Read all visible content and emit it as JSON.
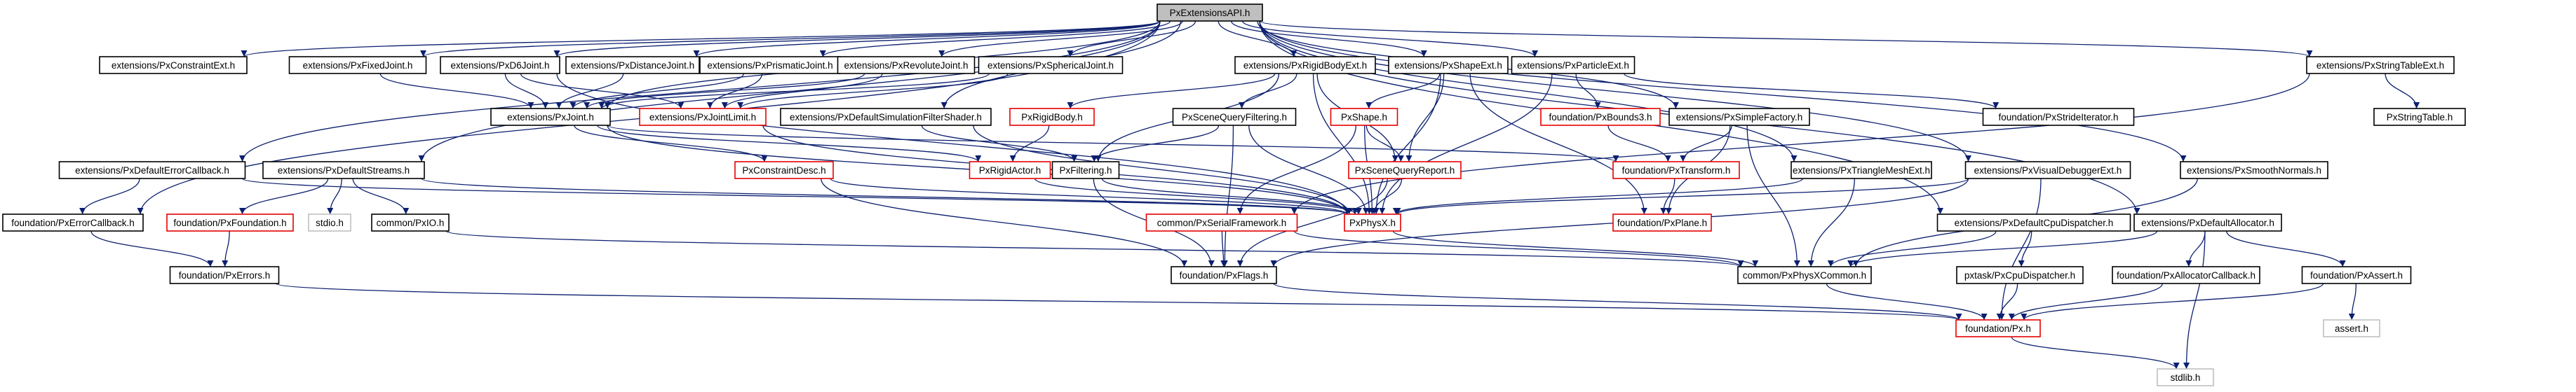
{
  "diagram": {
    "nodes": [
      {
        "id": "root",
        "label": "PxExtensionsAPI.h",
        "style": "root"
      },
      {
        "id": "constraintExt",
        "label": "extensions/PxConstraintExt.h",
        "style": "black"
      },
      {
        "id": "fixedJoint",
        "label": "extensions/PxFixedJoint.h",
        "style": "black"
      },
      {
        "id": "d6Joint",
        "label": "extensions/PxD6Joint.h",
        "style": "black"
      },
      {
        "id": "distanceJoint",
        "label": "extensions/PxDistanceJoint.h",
        "style": "black"
      },
      {
        "id": "prismaticJoint",
        "label": "extensions/PxPrismaticJoint.h",
        "style": "black"
      },
      {
        "id": "revoluteJoint",
        "label": "extensions/PxRevoluteJoint.h",
        "style": "black"
      },
      {
        "id": "sphericalJoint",
        "label": "extensions/PxSphericalJoint.h",
        "style": "black"
      },
      {
        "id": "rigidBodyExt",
        "label": "extensions/PxRigidBodyExt.h",
        "style": "black"
      },
      {
        "id": "shapeExt",
        "label": "extensions/PxShapeExt.h",
        "style": "black"
      },
      {
        "id": "particleExt",
        "label": "extensions/PxParticleExt.h",
        "style": "black"
      },
      {
        "id": "stringTableExt",
        "label": "extensions/PxStringTableExt.h",
        "style": "black"
      },
      {
        "id": "joint",
        "label": "extensions/PxJoint.h",
        "style": "black"
      },
      {
        "id": "jointLimit",
        "label": "extensions/PxJointLimit.h",
        "style": "red"
      },
      {
        "id": "defSimFilter",
        "label": "extensions/PxDefaultSimulationFilterShader.h",
        "style": "black"
      },
      {
        "id": "rigidBody",
        "label": "PxRigidBody.h",
        "style": "red"
      },
      {
        "id": "sceneQueryFiltering",
        "label": "PxSceneQueryFiltering.h",
        "style": "black"
      },
      {
        "id": "shape",
        "label": "PxShape.h",
        "style": "red"
      },
      {
        "id": "bounds3",
        "label": "foundation/PxBounds3.h",
        "style": "red"
      },
      {
        "id": "simpleFactory",
        "label": "extensions/PxSimpleFactory.h",
        "style": "black"
      },
      {
        "id": "strideIterator",
        "label": "foundation/PxStrideIterator.h",
        "style": "black"
      },
      {
        "id": "stringTable",
        "label": "PxStringTable.h",
        "style": "black"
      },
      {
        "id": "defaultErrorCallback",
        "label": "extensions/PxDefaultErrorCallback.h",
        "style": "black"
      },
      {
        "id": "defaultStreams",
        "label": "extensions/PxDefaultStreams.h",
        "style": "black"
      },
      {
        "id": "constraintDesc",
        "label": "PxConstraintDesc.h",
        "style": "red"
      },
      {
        "id": "rigidActor",
        "label": "PxRigidActor.h",
        "style": "red"
      },
      {
        "id": "filtering",
        "label": "PxFiltering.h",
        "style": "black"
      },
      {
        "id": "sceneQueryReport",
        "label": "PxSceneQueryReport.h",
        "style": "red"
      },
      {
        "id": "transform",
        "label": "foundation/PxTransform.h",
        "style": "red"
      },
      {
        "id": "triangleMeshExt",
        "label": "extensions/PxTriangleMeshExt.h",
        "style": "black"
      },
      {
        "id": "visualDebuggerExt",
        "label": "extensions/PxVisualDebuggerExt.h",
        "style": "black"
      },
      {
        "id": "smoothNormals",
        "label": "extensions/PxSmoothNormals.h",
        "style": "black"
      },
      {
        "id": "errorCallback",
        "label": "foundation/PxErrorCallback.h",
        "style": "black"
      },
      {
        "id": "pxFoundation",
        "label": "foundation/PxFoundation.h",
        "style": "red"
      },
      {
        "id": "stdio",
        "label": "stdio.h",
        "style": "plain"
      },
      {
        "id": "pxio",
        "label": "common/PxIO.h",
        "style": "black"
      },
      {
        "id": "serialFramework",
        "label": "common/PxSerialFramework.h",
        "style": "red"
      },
      {
        "id": "physX",
        "label": "PxPhysX.h",
        "style": "red"
      },
      {
        "id": "plane",
        "label": "foundation/PxPlane.h",
        "style": "red"
      },
      {
        "id": "defCpuDispatcher",
        "label": "extensions/PxDefaultCpuDispatcher.h",
        "style": "black"
      },
      {
        "id": "defAllocator",
        "label": "extensions/PxDefaultAllocator.h",
        "style": "black"
      },
      {
        "id": "errors",
        "label": "foundation/PxErrors.h",
        "style": "black"
      },
      {
        "id": "flags",
        "label": "foundation/PxFlags.h",
        "style": "black"
      },
      {
        "id": "physXCommon",
        "label": "common/PxPhysXCommon.h",
        "style": "black"
      },
      {
        "id": "cpuDispatcher",
        "label": "pxtask/PxCpuDispatcher.h",
        "style": "black"
      },
      {
        "id": "allocatorCallback",
        "label": "foundation/PxAllocatorCallback.h",
        "style": "black"
      },
      {
        "id": "pxAssert",
        "label": "foundation/PxAssert.h",
        "style": "black"
      },
      {
        "id": "assert",
        "label": "assert.h",
        "style": "plain"
      },
      {
        "id": "px",
        "label": "foundation/Px.h",
        "style": "red"
      },
      {
        "id": "stdlib",
        "label": "stdlib.h",
        "style": "plain"
      }
    ],
    "edges": [
      [
        "root",
        "constraintExt"
      ],
      [
        "root",
        "fixedJoint"
      ],
      [
        "root",
        "d6Joint"
      ],
      [
        "root",
        "distanceJoint"
      ],
      [
        "root",
        "prismaticJoint"
      ],
      [
        "root",
        "revoluteJoint"
      ],
      [
        "root",
        "sphericalJoint"
      ],
      [
        "root",
        "rigidBodyExt"
      ],
      [
        "root",
        "shapeExt"
      ],
      [
        "root",
        "particleExt"
      ],
      [
        "root",
        "stringTableExt"
      ],
      [
        "root",
        "simpleFactory"
      ],
      [
        "root",
        "triangleMeshExt"
      ],
      [
        "root",
        "visualDebuggerExt"
      ],
      [
        "root",
        "smoothNormals"
      ],
      [
        "root",
        "defCpuDispatcher"
      ],
      [
        "root",
        "defAllocator"
      ],
      [
        "root",
        "defaultErrorCallback"
      ],
      [
        "root",
        "defaultStreams"
      ],
      [
        "root",
        "errorCallback"
      ],
      [
        "root",
        "defSimFilter"
      ],
      [
        "root",
        "joint"
      ],
      [
        "fixedJoint",
        "joint"
      ],
      [
        "d6Joint",
        "joint"
      ],
      [
        "d6Joint",
        "jointLimit"
      ],
      [
        "d6Joint",
        "physX"
      ],
      [
        "distanceJoint",
        "joint"
      ],
      [
        "prismaticJoint",
        "joint"
      ],
      [
        "prismaticJoint",
        "jointLimit"
      ],
      [
        "revoluteJoint",
        "joint"
      ],
      [
        "revoluteJoint",
        "jointLimit"
      ],
      [
        "sphericalJoint",
        "joint"
      ],
      [
        "sphericalJoint",
        "jointLimit"
      ],
      [
        "joint",
        "constraintDesc"
      ],
      [
        "joint",
        "physX"
      ],
      [
        "joint",
        "transform"
      ],
      [
        "joint",
        "rigidActor"
      ],
      [
        "jointLimit",
        "physX"
      ],
      [
        "defSimFilter",
        "filtering"
      ],
      [
        "defSimFilter",
        "physX"
      ],
      [
        "rigidBodyExt",
        "rigidBody"
      ],
      [
        "rigidBodyExt",
        "sceneQueryFiltering"
      ],
      [
        "rigidBodyExt",
        "sceneQueryReport"
      ],
      [
        "rigidBodyExt",
        "physX"
      ],
      [
        "rigidBodyExt",
        "filtering"
      ],
      [
        "rigidBody",
        "rigidActor"
      ],
      [
        "sceneQueryFiltering",
        "filtering"
      ],
      [
        "sceneQueryFiltering",
        "physX"
      ],
      [
        "sceneQueryFiltering",
        "flags"
      ],
      [
        "shapeExt",
        "shape"
      ],
      [
        "shapeExt",
        "physX"
      ],
      [
        "shapeExt",
        "plane"
      ],
      [
        "shapeExt",
        "sceneQueryReport"
      ],
      [
        "shape",
        "sceneQueryReport"
      ],
      [
        "shape",
        "physX"
      ],
      [
        "shape",
        "serialFramework"
      ],
      [
        "particleExt",
        "bounds3"
      ],
      [
        "particleExt",
        "strideIterator"
      ],
      [
        "particleExt",
        "physX"
      ],
      [
        "bounds3",
        "transform"
      ],
      [
        "stringTableExt",
        "stringTable"
      ],
      [
        "stringTableExt",
        "serialFramework"
      ],
      [
        "simpleFactory",
        "transform"
      ],
      [
        "simpleFactory",
        "plane"
      ],
      [
        "simpleFactory",
        "physXCommon"
      ],
      [
        "triangleMeshExt",
        "physX"
      ],
      [
        "triangleMeshExt",
        "physXCommon"
      ],
      [
        "visualDebuggerExt",
        "physX"
      ],
      [
        "visualDebuggerExt",
        "flags"
      ],
      [
        "visualDebuggerExt",
        "px"
      ],
      [
        "smoothNormals",
        "physXCommon"
      ],
      [
        "defaultErrorCallback",
        "errorCallback"
      ],
      [
        "defaultStreams",
        "pxFoundation"
      ],
      [
        "defaultStreams",
        "stdio"
      ],
      [
        "defaultStreams",
        "pxio"
      ],
      [
        "defaultStreams",
        "physX"
      ],
      [
        "errorCallback",
        "errors"
      ],
      [
        "pxFoundation",
        "errors"
      ],
      [
        "pxio",
        "physXCommon"
      ],
      [
        "constraintDesc",
        "flags"
      ],
      [
        "constraintDesc",
        "physX"
      ],
      [
        "rigidActor",
        "physX"
      ],
      [
        "filtering",
        "flags"
      ],
      [
        "filtering",
        "physX"
      ],
      [
        "sceneQueryReport",
        "physX"
      ],
      [
        "sceneQueryReport",
        "flags"
      ],
      [
        "transform",
        "plane"
      ],
      [
        "serialFramework",
        "flags"
      ],
      [
        "serialFramework",
        "physXCommon"
      ],
      [
        "physX",
        "physXCommon"
      ],
      [
        "errors",
        "px"
      ],
      [
        "flags",
        "px"
      ],
      [
        "physXCommon",
        "px"
      ],
      [
        "defCpuDispatcher",
        "cpuDispatcher"
      ],
      [
        "defCpuDispatcher",
        "physXCommon"
      ],
      [
        "cpuDispatcher",
        "px"
      ],
      [
        "defAllocator",
        "allocatorCallback"
      ],
      [
        "defAllocator",
        "pxAssert"
      ],
      [
        "defAllocator",
        "physXCommon"
      ],
      [
        "defAllocator",
        "stdlib"
      ],
      [
        "allocatorCallback",
        "px"
      ],
      [
        "pxAssert",
        "px"
      ],
      [
        "pxAssert",
        "assert"
      ],
      [
        "px",
        "stdlib"
      ],
      [
        "defaultErrorCallback",
        "physX"
      ]
    ]
  }
}
